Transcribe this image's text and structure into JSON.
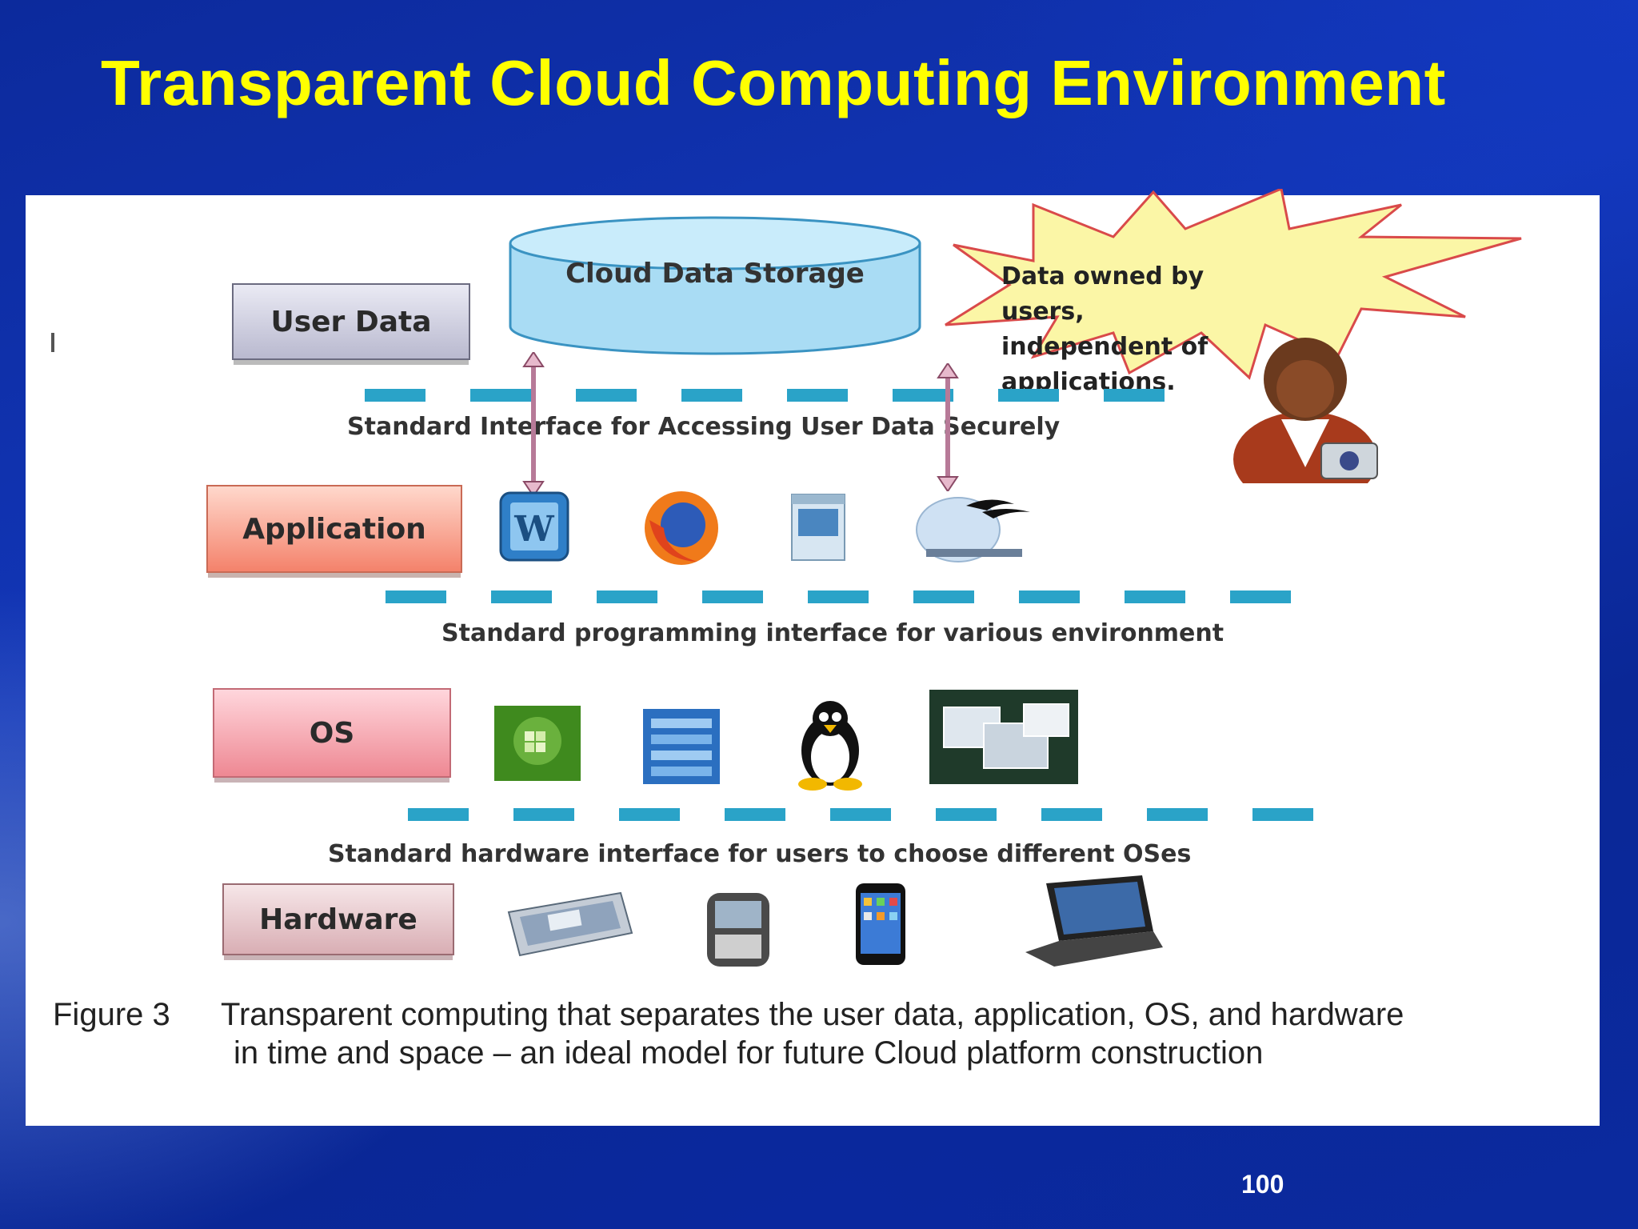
{
  "slide": {
    "title": "Transparent Cloud Computing Environment",
    "page_number": "100"
  },
  "diagram": {
    "layers": {
      "user_data": "User Data",
      "application": "Application",
      "os": "OS",
      "hardware": "Hardware"
    },
    "cloud_storage_label": "Cloud Data Storage",
    "callout_lines": [
      "Data owned by users,",
      "independent of",
      "applications."
    ],
    "interfaces": {
      "user_data": "Standard Interface for Accessing User Data Securely",
      "programming": "Standard programming interface for various environment",
      "hardware": "Standard hardware interface for users to choose different OSes"
    },
    "caption": {
      "figure_label": "Figure 3",
      "line1": "Transparent computing that separates the user data, application, OS, and hardware",
      "line2": "in time and space – an ideal model for future Cloud platform construction"
    }
  },
  "colors": {
    "title": "#ffff00",
    "dash": "#2aa3c8",
    "background": "#1236b8"
  }
}
